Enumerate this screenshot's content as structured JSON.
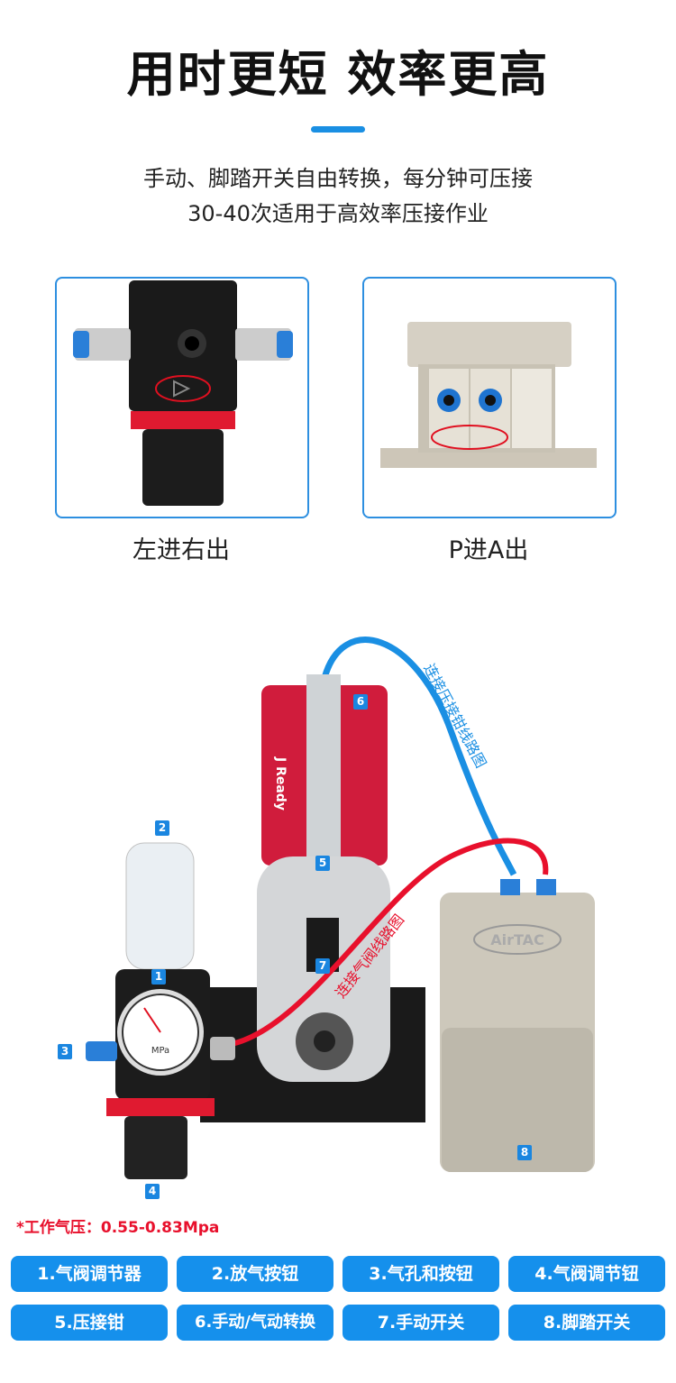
{
  "header": {
    "title": "用时更短 效率更高",
    "subtitle_line1": "手动、脚踏开关自由转换，每分钟可压接",
    "subtitle_line2": "30-40次适用于高效率压接作业"
  },
  "panels": [
    {
      "caption": "左进右出"
    },
    {
      "caption": "P进A出"
    }
  ],
  "diagram": {
    "hose_blue_label": "连接压接钳线路图",
    "hose_red_label": "连接气阀线路图",
    "brand": "J Ready",
    "pedal_brand": "AirTAC",
    "gauge_unit": "MPa",
    "badges": [
      "1",
      "2",
      "3",
      "4",
      "5",
      "6",
      "7",
      "8"
    ]
  },
  "pressure_note": "*工作气压：0.55-0.83Mpa",
  "legend": [
    "1.气阀调节器",
    "2.放气按钮",
    "3.气孔和按钮",
    "4.气阀调节钮",
    "5.压接钳",
    "6.手动/气动转换",
    "7.手动开关",
    "8.脚踏开关"
  ],
  "colors": {
    "accent": "#1590ec",
    "warn": "#e8102c",
    "hose_blue": "#1a8fe3",
    "hose_red": "#e8102c"
  }
}
